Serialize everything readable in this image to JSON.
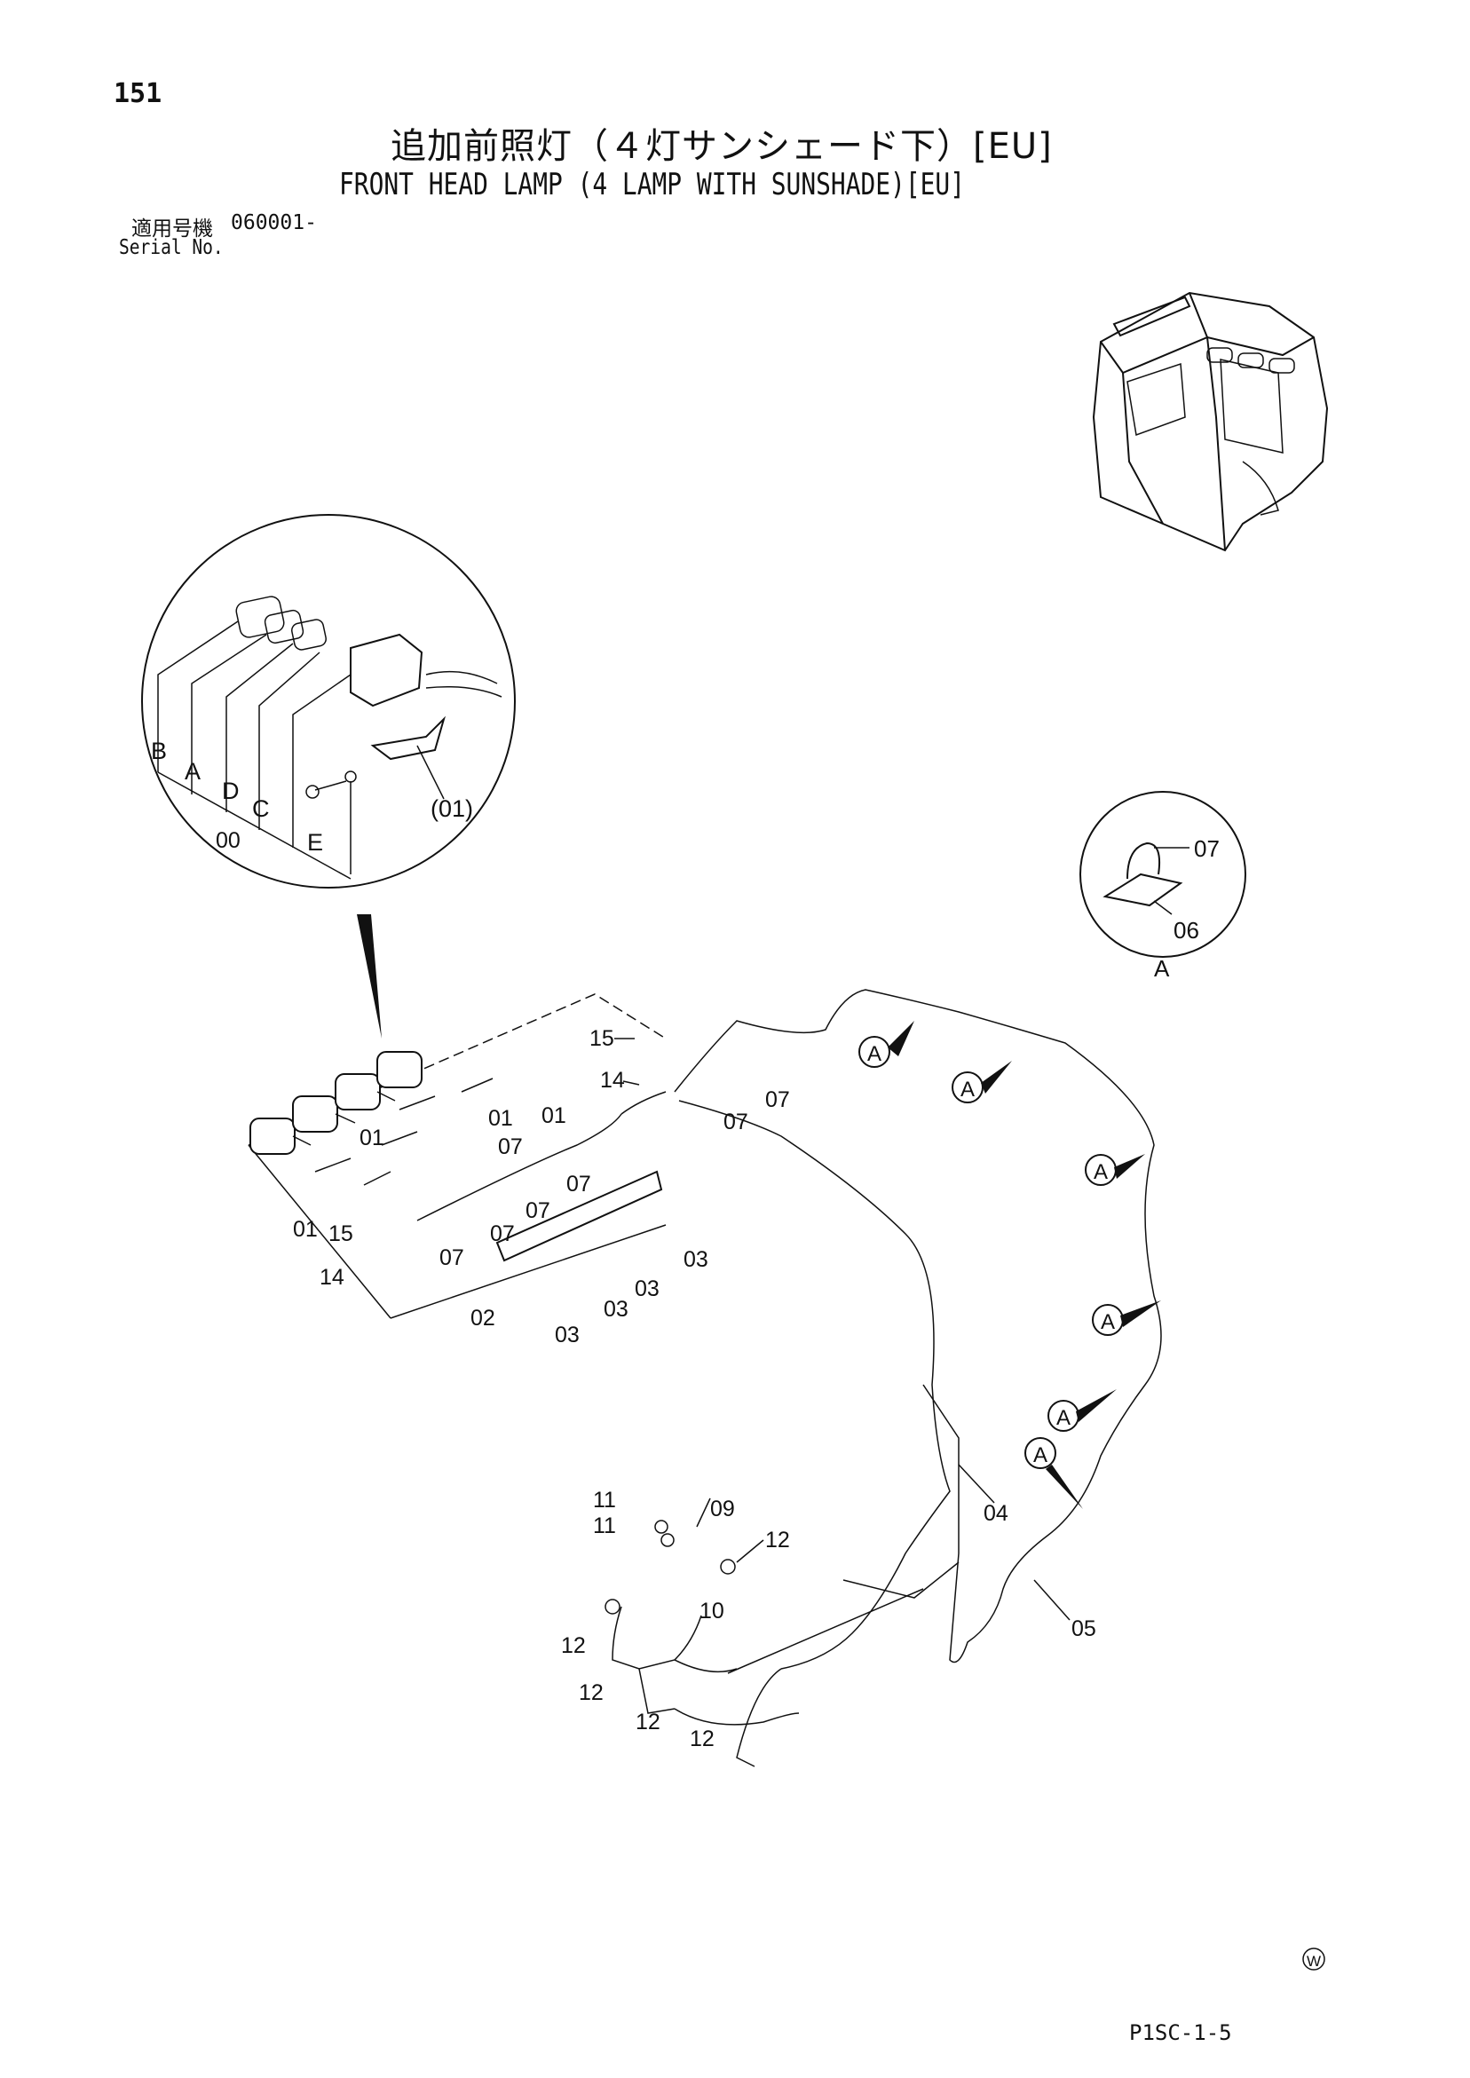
{
  "header": {
    "page_number": "151",
    "title_jp": "追加前照灯（４灯サンシェード下）[EU]",
    "title_en": "FRONT HEAD LAMP (4 LAMP WITH SUNSHADE)[EU]",
    "serial_label_jp": "適用号機",
    "serial_value": "060001-",
    "serial_label_en": "Serial No."
  },
  "detail_lamp": {
    "labels": [
      "B",
      "A",
      "D",
      "C",
      "00",
      "E",
      "(01)"
    ]
  },
  "detail_a": {
    "labels": [
      "07",
      "06",
      "A"
    ]
  },
  "callouts": {
    "p01": "01",
    "p02": "02",
    "p03": "03",
    "p04": "04",
    "p05": "05",
    "p06": "06",
    "p07": "07",
    "p09": "09",
    "p10": "10",
    "p11": "11",
    "p12": "12",
    "p14": "14",
    "p15": "15",
    "ref_a": "A"
  },
  "footer": {
    "code": "P1SC-1-5",
    "mark": "W"
  }
}
